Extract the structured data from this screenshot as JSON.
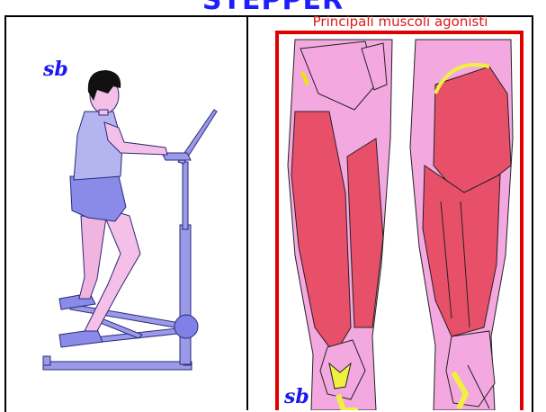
{
  "title": "STEPPER",
  "caption": "Principali muscoli agonisti",
  "logo_text": "sb",
  "colors": {
    "title": "#1d1dff",
    "caption": "#e01818",
    "muscle": "#e8506a",
    "skin": "#f0a4dc",
    "frame_red": "#e00000"
  }
}
